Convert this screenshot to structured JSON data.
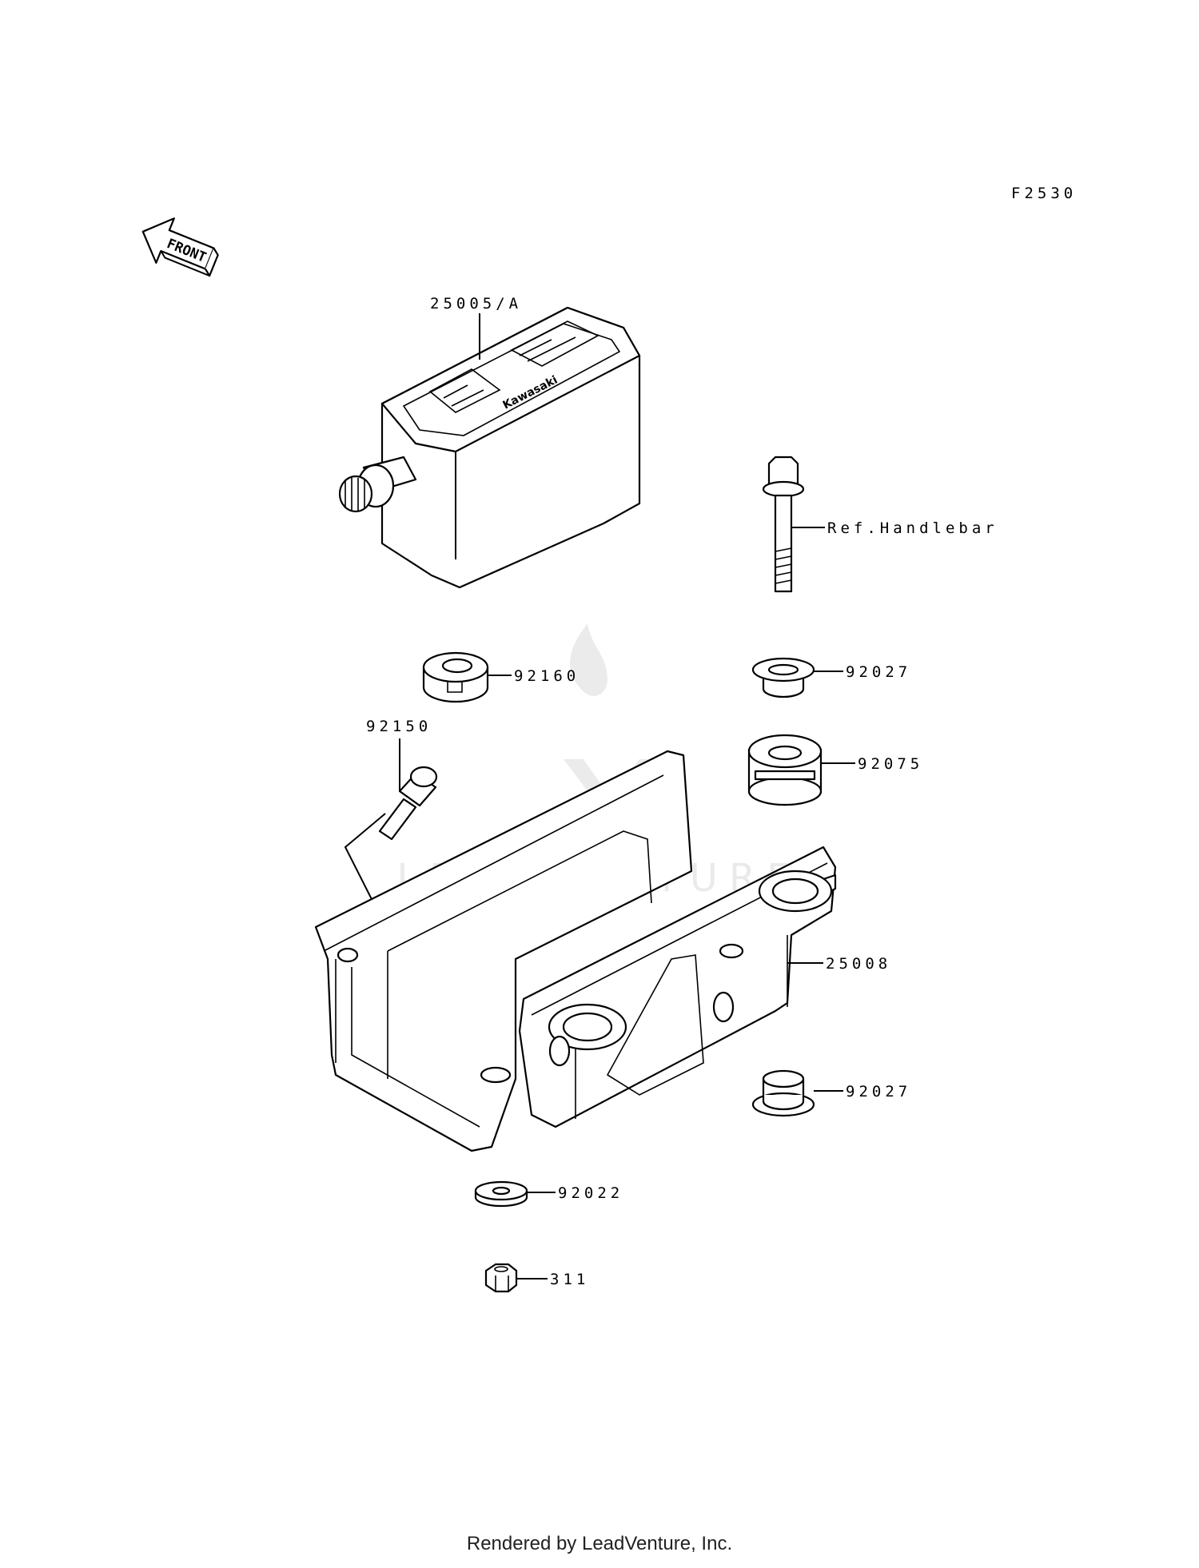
{
  "diagram_code": "F2530",
  "front_arrow_label": "FRONT",
  "brand_label": "Kawasaki",
  "watermark": "LEADVENTURE",
  "callouts": {
    "meter": "25005/A",
    "ref_handlebar": "Ref.Handlebar",
    "grommet_92160": "92160",
    "collar_92027_top": "92027",
    "clip_92150": "92150",
    "damper_92075": "92075",
    "bracket_25008": "25008",
    "collar_92027_bottom": "92027",
    "washer_92022": "92022",
    "nut_311": "311"
  },
  "footer": "Rendered by LeadVenture, Inc."
}
